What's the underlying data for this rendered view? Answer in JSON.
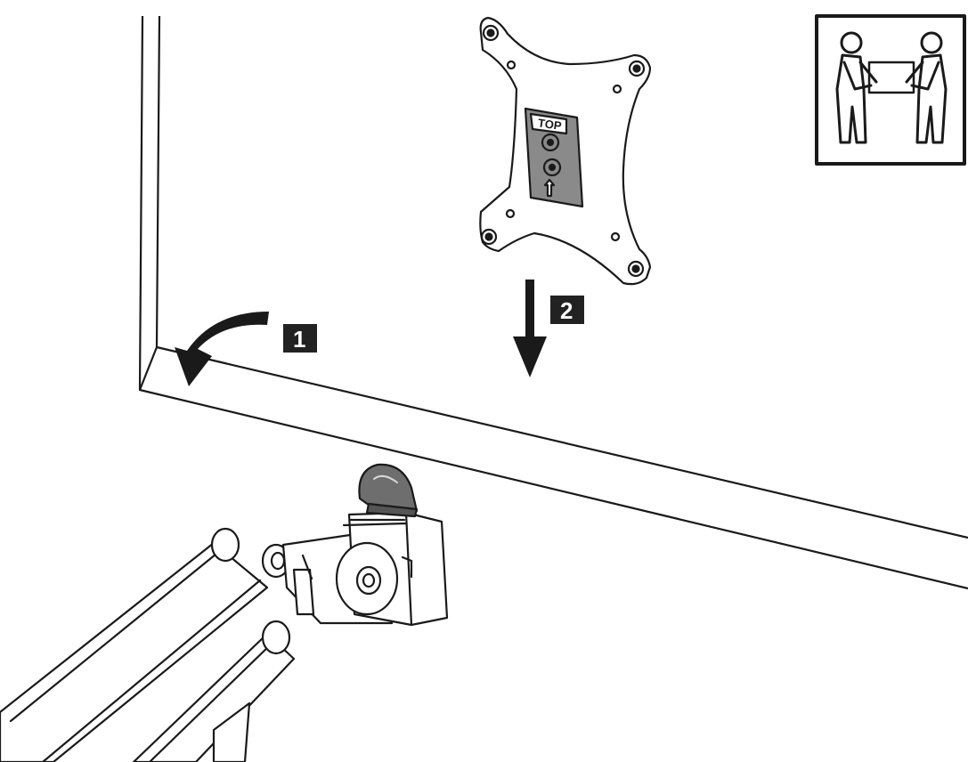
{
  "steps": [
    {
      "number": "1"
    },
    {
      "number": "2"
    }
  ],
  "plate_label": "TOP",
  "colors": {
    "line": "#1a1a1a",
    "badge_fill": "#222222",
    "badge_text": "#ffffff",
    "plate_fill": "#ffffff",
    "latch_fill": "#8a8a8a",
    "knob_fill": "#6e6e6e",
    "background": "#ffffff"
  },
  "icons": {
    "notice": "two-person-lift-icon",
    "tilt": "curved-arrow-icon",
    "slide": "down-arrow-icon"
  }
}
